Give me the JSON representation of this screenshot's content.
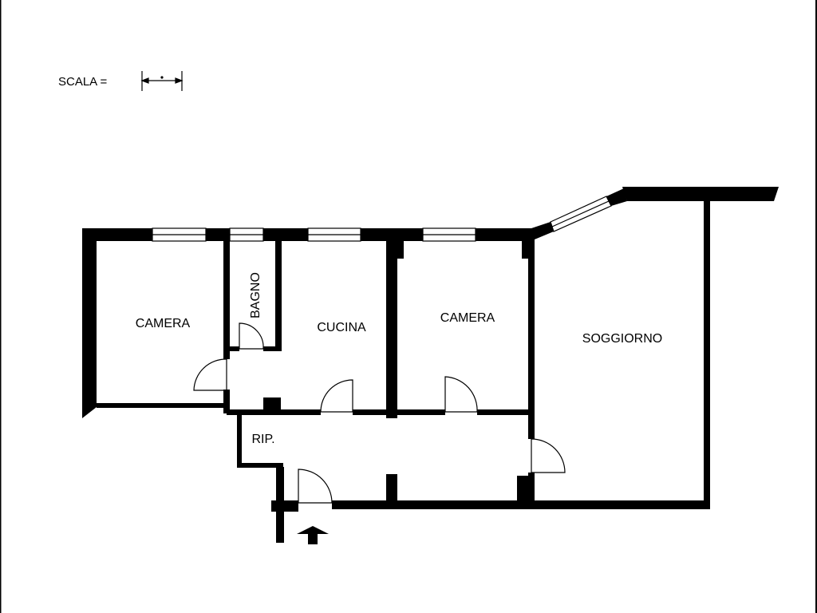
{
  "plan": {
    "scale_label": "SCALA =",
    "rooms": {
      "camera_1": "CAMERA",
      "bagno": "BAGNO",
      "cucina": "CUCINA",
      "camera_2": "CAMERA",
      "soggiorno": "SOGGIORNO",
      "ripostiglio": "RIP."
    },
    "colors": {
      "walls": "#000000",
      "background": "#ffffff"
    },
    "icons": {
      "entrance": "entrance-arrow-icon"
    }
  }
}
